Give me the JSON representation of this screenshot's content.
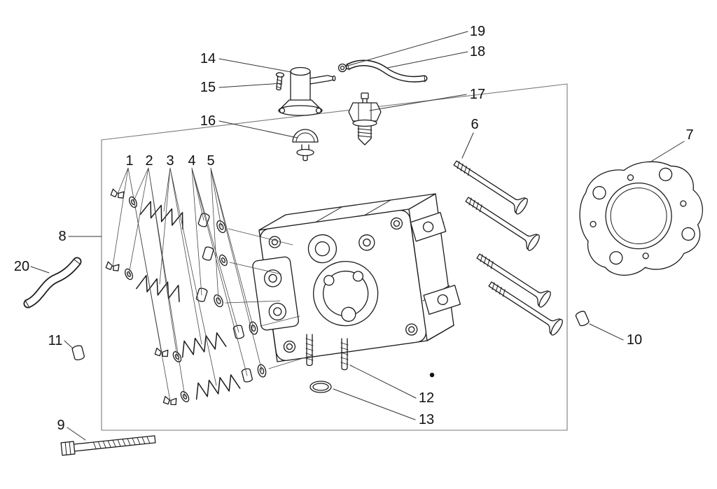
{
  "callouts": [
    {
      "label": "1"
    },
    {
      "label": "2"
    },
    {
      "label": "3"
    },
    {
      "label": "4"
    },
    {
      "label": "5"
    },
    {
      "label": "6"
    },
    {
      "label": "7"
    },
    {
      "label": "8"
    },
    {
      "label": "9"
    },
    {
      "label": "10"
    },
    {
      "label": "11"
    },
    {
      "label": "12"
    },
    {
      "label": "13"
    },
    {
      "label": "14"
    },
    {
      "label": "15"
    },
    {
      "label": "16"
    },
    {
      "label": "17"
    },
    {
      "label": "18"
    },
    {
      "label": "19"
    },
    {
      "label": "20"
    }
  ],
  "colors": {
    "line": "#1b1b1b",
    "leader": "#333333",
    "frame": "#7a7a7a",
    "background": "#ffffff"
  }
}
